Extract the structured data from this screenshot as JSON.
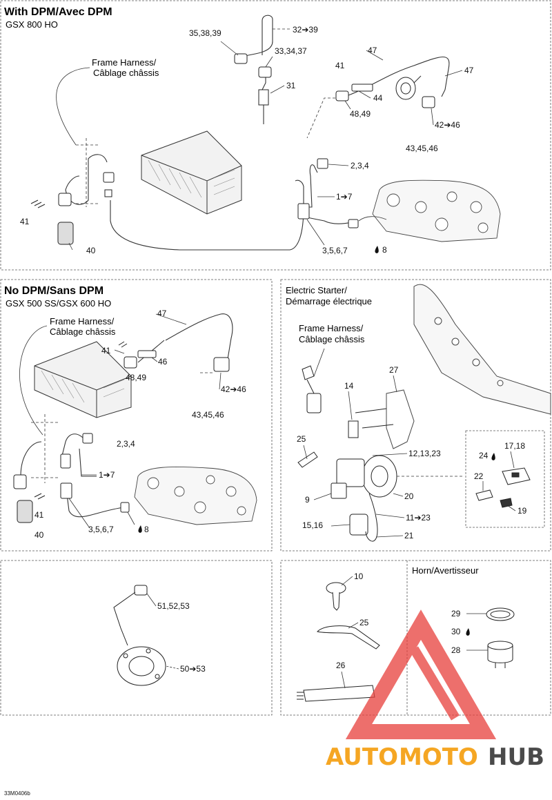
{
  "panels": {
    "dpm": {
      "title": "With DPM/Avec DPM",
      "model": "GSX 800 HO",
      "frame_harness": [
        "Frame Harness/",
        "Câblage châssis"
      ],
      "callouts": [
        "35,38,39",
        "32➔39",
        "33,34,37",
        "31",
        "47",
        "41",
        "44",
        "48,49",
        "47",
        "42➔46",
        "43,45,46",
        "2,3,4",
        "1➔7",
        "41",
        "40",
        "3,5,6,7",
        "8"
      ]
    },
    "nodpm": {
      "title": "No DPM/Sans DPM",
      "model": "GSX 500 SS/GSX 600 HO",
      "frame_harness": [
        "Frame Harness/",
        "Câblage châssis"
      ],
      "callouts": [
        "47",
        "41",
        "46",
        "48,49",
        "42➔46",
        "43,45,46",
        "2,3,4",
        "1➔7",
        "41",
        "40",
        "3,5,6,7",
        "8"
      ]
    },
    "starter": {
      "title": [
        "Electric Starter/",
        "Démarrage électrique"
      ],
      "frame_harness": [
        "Frame Harness/",
        "Câblage châssis"
      ],
      "callouts": [
        "27",
        "14",
        "25",
        "12,13,23",
        "9",
        "20",
        "15,16",
        "11➔23",
        "21",
        "17,18",
        "24",
        "22",
        "19"
      ]
    },
    "sensor": {
      "callouts": [
        "51,52,53",
        "50➔53"
      ]
    },
    "hardware": {
      "callouts": [
        "10",
        "25",
        "26"
      ]
    },
    "horn": {
      "title": "Horn/Avertisseur",
      "callouts": [
        "29",
        "30",
        "28"
      ]
    }
  },
  "watermark": {
    "part1": "AUTO",
    "part2": "MOTO",
    "part3": "HUB",
    "color_main": "#f5a623",
    "color_dark": "#4a4a4a",
    "triangle_color": "#e8403c"
  },
  "figure_code": "33M0406b"
}
